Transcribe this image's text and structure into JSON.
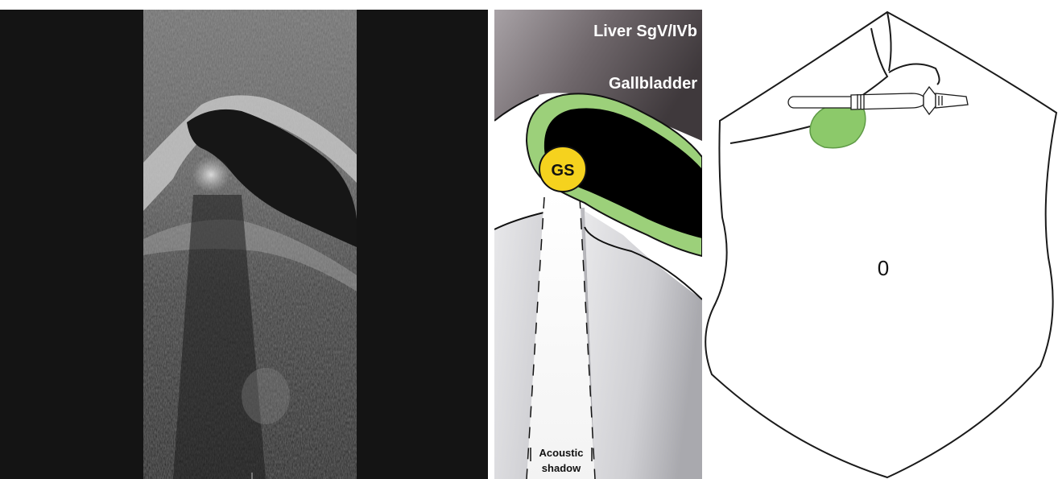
{
  "ultrasound": {
    "background_color": "#141414"
  },
  "schematic": {
    "labels": {
      "liver": "Liver SgV/IVb",
      "gallbladder": "Gallbladder",
      "stone": "GS",
      "shadow_line1": "Acoustic",
      "shadow_line2": "shadow"
    },
    "colors": {
      "liver": "#7b7377",
      "gallbladder_wall": "#9cd07a",
      "lumen": "#000000",
      "stone": "#f5d21e",
      "shadow_tissue": "#d4d4d8"
    }
  },
  "body_diagram": {
    "center_label": "0",
    "colors": {
      "outline": "#1a1a1a",
      "gallbladder": "#8cc96a"
    }
  }
}
